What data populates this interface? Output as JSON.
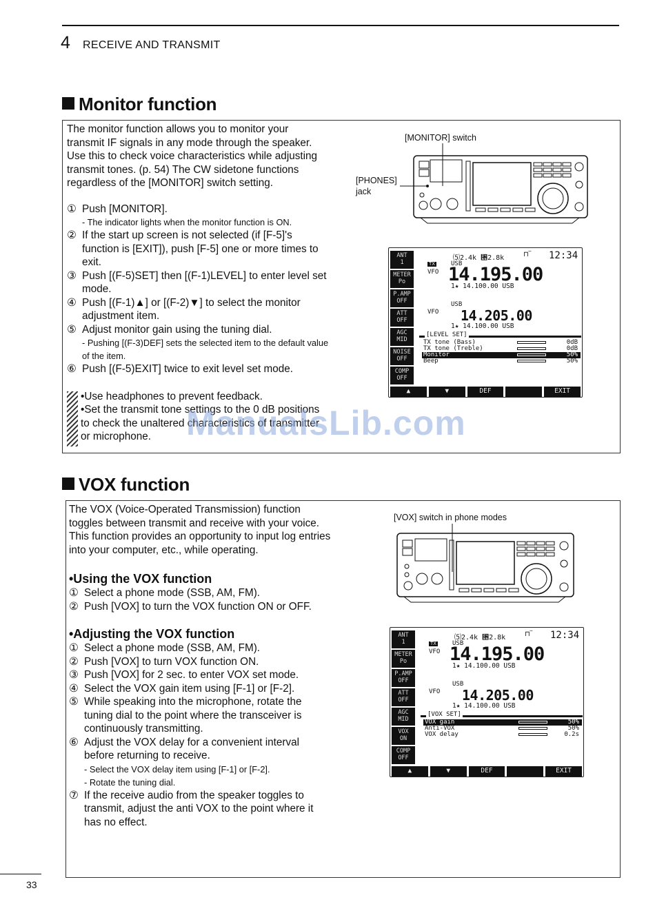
{
  "header": {
    "chapter_number": "4",
    "chapter_title": "RECEIVE AND TRANSMIT"
  },
  "monitor": {
    "title": "Monitor function",
    "intro": "The monitor function allows you to monitor your transmit IF signals in any mode through the speaker. Use this to check voice characteristics while adjusting transmit tones. (p. 54) The CW sidetone functions regardless of the [MONITOR] switch setting.",
    "steps": [
      {
        "n": "①",
        "text": "Push [MONITOR].",
        "subs": [
          "- The indicator lights when the monitor function is ON."
        ]
      },
      {
        "n": "②",
        "text": "If the start up screen is not selected (if [F-5]'s function is [EXIT]), push [F-5] one or more times to exit.",
        "subs": []
      },
      {
        "n": "③",
        "text": "Push [(F-5)SET] then [(F-1)LEVEL] to enter level set mode.",
        "subs": []
      },
      {
        "n": "④",
        "text": "Push [(F-1)▲] or [(F-2)▼] to select the monitor adjustment item.",
        "subs": []
      },
      {
        "n": "⑤",
        "text": "Adjust monitor gain using the tuning dial.",
        "subs": [
          "- Pushing [(F-3)DEF] sets the selected item to the default value of the item."
        ]
      },
      {
        "n": "⑥",
        "text": "Push [(F-5)EXIT] twice to exit level set mode.",
        "subs": []
      }
    ],
    "notes": [
      "•Use headphones to prevent feedback.",
      "•Set the transmit tone settings to the 0 dB positions to check the unaltered characteristics of transmitter or microphone."
    ],
    "fig_monitor_label": "[MONITOR] switch",
    "fig_phones_label": "[PHONES] jack",
    "lcd": {
      "filters": "⑸2.4k  ⑕2.8k",
      "clock": "12:34",
      "tx_badge": "TX",
      "mode1": "USB",
      "vfo1": "VFO",
      "freq_main": "14.195.00",
      "mem1": "1★ 14.100.00  USB",
      "mode2": "USB",
      "vfo2": "VFO",
      "freq_sub": "14.205.00",
      "mem2": "1★ 14.100.00  USB",
      "set_title": "[LEVEL SET]",
      "rows": [
        {
          "label": "TX tone (Bass)",
          "value": "0dB"
        },
        {
          "label": "TX tone (Treble)",
          "value": "0dB"
        },
        {
          "label": "Monitor",
          "value": "50%"
        },
        {
          "label": "Beep",
          "value": "50%"
        }
      ],
      "side": [
        "ANT\n1",
        "METER\nPo",
        "P.AMP\nOFF",
        "ATT\nOFF",
        "AGC\nMID",
        "NOISE\nOFF",
        "COMP\nOFF"
      ],
      "fkeys": [
        "▲",
        "▼",
        "DEF",
        "",
        "EXIT"
      ]
    }
  },
  "vox": {
    "title": "VOX function",
    "intro": "The VOX (Voice-Operated Transmission) function toggles between transmit and receive with your voice. This function provides an opportunity to input log entries into your computer, etc., while operating.",
    "using_title": "•Using the VOX function",
    "using_steps": [
      {
        "n": "①",
        "text": "Select a phone mode (SSB, AM, FM)."
      },
      {
        "n": "②",
        "text": "Push [VOX] to turn the VOX function ON or OFF."
      }
    ],
    "adjust_title": "•Adjusting the VOX function",
    "adjust_steps": [
      {
        "n": "①",
        "text": "Select a phone mode (SSB, AM, FM).",
        "subs": []
      },
      {
        "n": "②",
        "text": "Push [VOX] to turn VOX function ON.",
        "subs": []
      },
      {
        "n": "③",
        "text": "Push [VOX] for 2 sec. to enter VOX set mode.",
        "subs": []
      },
      {
        "n": "④",
        "text": "Select the VOX gain item using [F-1] or [F-2].",
        "subs": []
      },
      {
        "n": "⑤",
        "text": "While speaking into the microphone, rotate the tuning dial to the point where the transceiver is continuously transmitting.",
        "subs": []
      },
      {
        "n": "⑥",
        "text": "Adjust the VOX delay for a convenient interval before returning to receive.",
        "subs": [
          "- Select the VOX delay item using [F-1] or [F-2].",
          "- Rotate the tuning dial."
        ]
      },
      {
        "n": "⑦",
        "text": "If the receive audio from the speaker toggles to transmit, adjust the anti VOX to the point where it has no effect.",
        "subs": []
      }
    ],
    "fig_vox_label": "[VOX] switch in phone modes",
    "lcd": {
      "filters": "⑸2.4k  ⑕2.8k",
      "clock": "12:34",
      "tx_badge": "TX",
      "mode1": "USB",
      "vfo1": "VFO",
      "freq_main": "14.195.00",
      "mem1": "1★ 14.100.00  USB",
      "mode2": "USB",
      "vfo2": "VFO",
      "freq_sub": "14.205.00",
      "mem2": "1★ 14.100.00  USB",
      "set_title": "[VOX SET]",
      "rows": [
        {
          "label": "VOX gain",
          "value": "50%"
        },
        {
          "label": "Anti-VOX",
          "value": "50%"
        },
        {
          "label": "VOX delay",
          "value": "0.2s"
        }
      ],
      "side": [
        "ANT\n1",
        "METER\nPo",
        "P.AMP\nOFF",
        "ATT\nOFF",
        "AGC\nMID",
        "VOX\nON",
        "COMP\nOFF"
      ],
      "fkeys": [
        "▲",
        "▼",
        "DEF",
        "",
        "EXIT"
      ]
    }
  },
  "watermark": "ManualsLib.com",
  "page_number": "33"
}
